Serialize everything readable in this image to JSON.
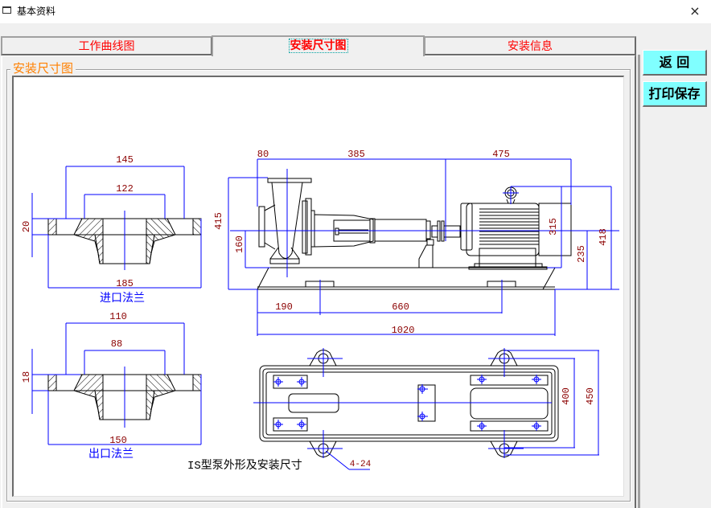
{
  "window": {
    "title": "基本资料",
    "close_label": "×"
  },
  "tabs": [
    {
      "label": "工作曲线图",
      "active": false
    },
    {
      "label": "安装尺寸图",
      "active": true
    },
    {
      "label": "安装信息",
      "active": false
    }
  ],
  "group": {
    "label": "安装尺寸图"
  },
  "buttons": {
    "back_label": "返  回",
    "print_save_label": "打印保存"
  },
  "drawing": {
    "caption": "IS型泵外形及安装尺寸",
    "colors": {
      "outline": "#000000",
      "dimension_line": "#0000ff",
      "dimension_text": "#8b0000",
      "caption_blue": "#0000ff"
    },
    "inlet_flange": {
      "label": "进口法兰",
      "outer_diameter": "185",
      "bolt_circle": "145",
      "raised_face": "122",
      "thickness": "20"
    },
    "outlet_flange": {
      "label": "出口法兰",
      "outer_diameter": "150",
      "bolt_circle": "110",
      "raised_face": "88",
      "thickness": "18"
    },
    "side_view": {
      "dim_top_1": "80",
      "dim_top_2": "385",
      "dim_top_3": "475",
      "dim_total_height": "415",
      "dim_inlet_height": "160",
      "dim_motor_315": "315",
      "dim_shaft_235": "235",
      "dim_motor_418": "418",
      "dim_base_190": "190",
      "dim_base_660": "660",
      "dim_base_1020": "1020"
    },
    "plan_view": {
      "dim_400": "400",
      "dim_450": "450",
      "bolt_holes": "4-24"
    }
  }
}
